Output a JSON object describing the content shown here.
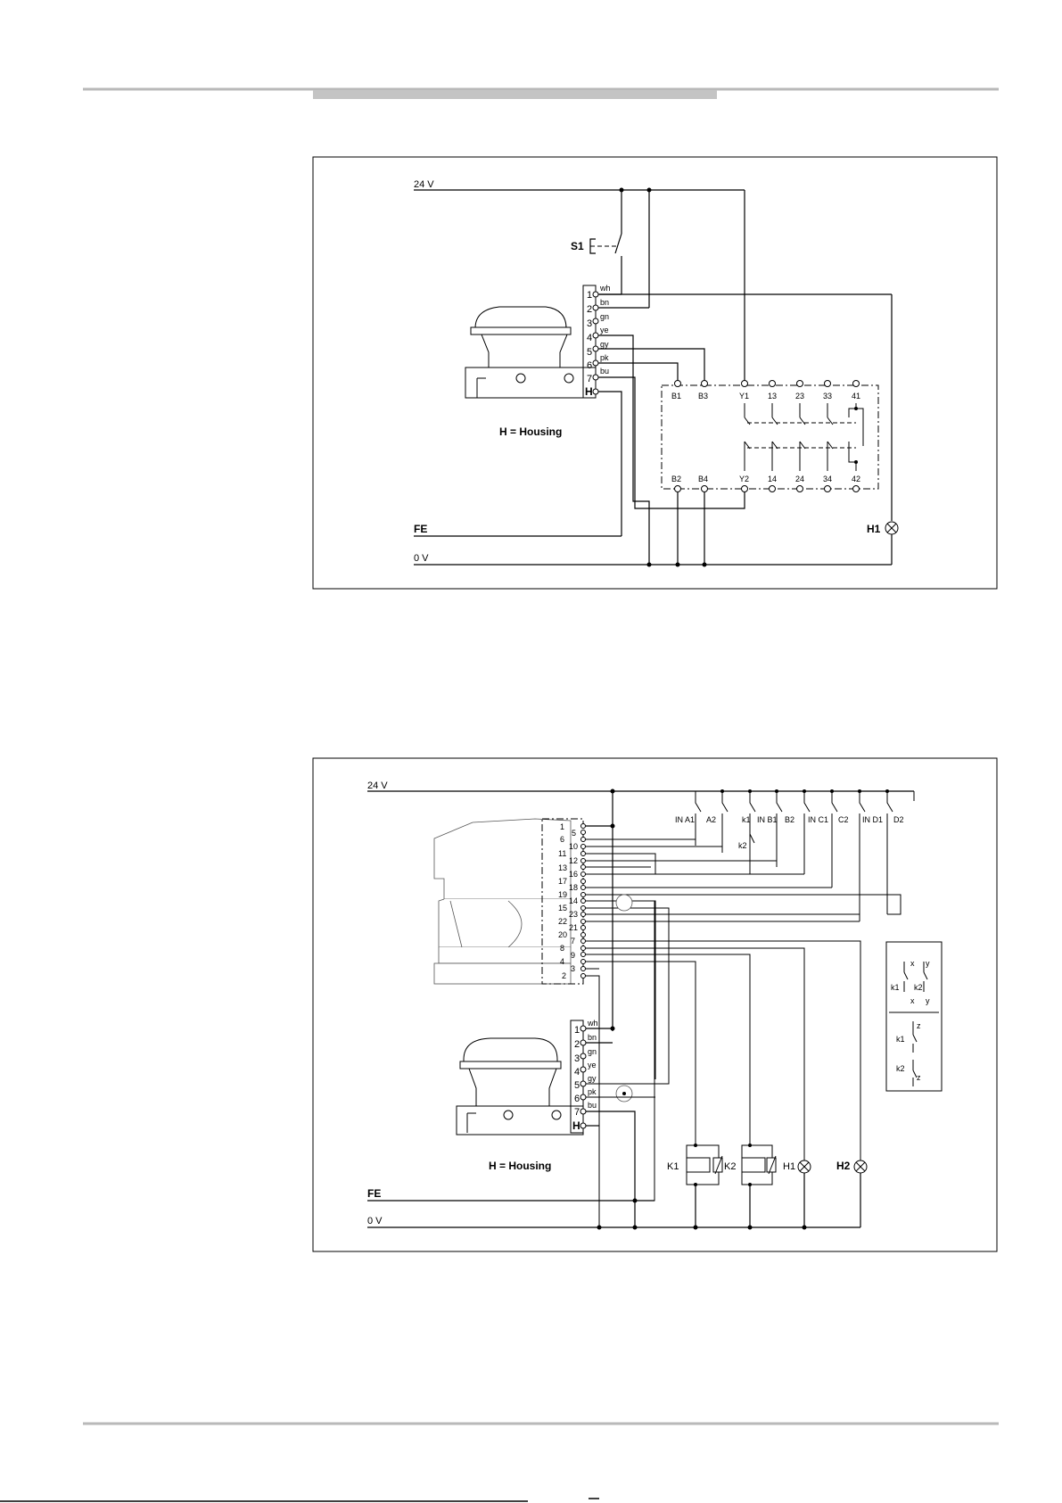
{
  "diagram1": {
    "rail_24v": "24 V",
    "rail_0v": "0 V",
    "rail_fe": "FE",
    "switch_label": "S1",
    "lamp_label": "H1",
    "housing_note": "H = Housing",
    "pin_numbers": [
      "1",
      "2",
      "3",
      "4",
      "5",
      "6",
      "7",
      "H"
    ],
    "wire_colors": [
      "wh",
      "bn",
      "gn",
      "ye",
      "gy",
      "pk",
      "bu"
    ],
    "relay_top_terminals": [
      "B1",
      "B3",
      "Y1",
      "13",
      "23",
      "33",
      "41"
    ],
    "relay_bottom_terminals": [
      "B2",
      "B4",
      "Y2",
      "14",
      "24",
      "34",
      "42"
    ]
  },
  "diagram2": {
    "rail_24v": "24 V",
    "rail_0v": "0 V",
    "rail_fe": "FE",
    "housing_note": "H = Housing",
    "scanner_pins": [
      "1",
      "5",
      "6",
      "10",
      "11",
      "12",
      "13",
      "16",
      "17",
      "18",
      "19",
      "14",
      "15",
      "23",
      "22",
      "21",
      "20",
      "7",
      "8",
      "9",
      "4",
      "3",
      "2"
    ],
    "device_pin_numbers": [
      "1",
      "2",
      "3",
      "4",
      "5",
      "6",
      "7",
      "H"
    ],
    "wire_colors": [
      "wh",
      "bn",
      "gn",
      "ye",
      "gy",
      "pk",
      "bu"
    ],
    "switch_labels": [
      "IN A1",
      "A2",
      "k1",
      "IN B1",
      "B2",
      "IN C1",
      "C2",
      "IN D1",
      "D2"
    ],
    "k2_label": "k2",
    "outputs": [
      "K1",
      "K2",
      "H1",
      "H2"
    ],
    "legend": {
      "k1": "k1",
      "k2": "k2",
      "x": "x",
      "y": "y",
      "z": "z"
    }
  }
}
